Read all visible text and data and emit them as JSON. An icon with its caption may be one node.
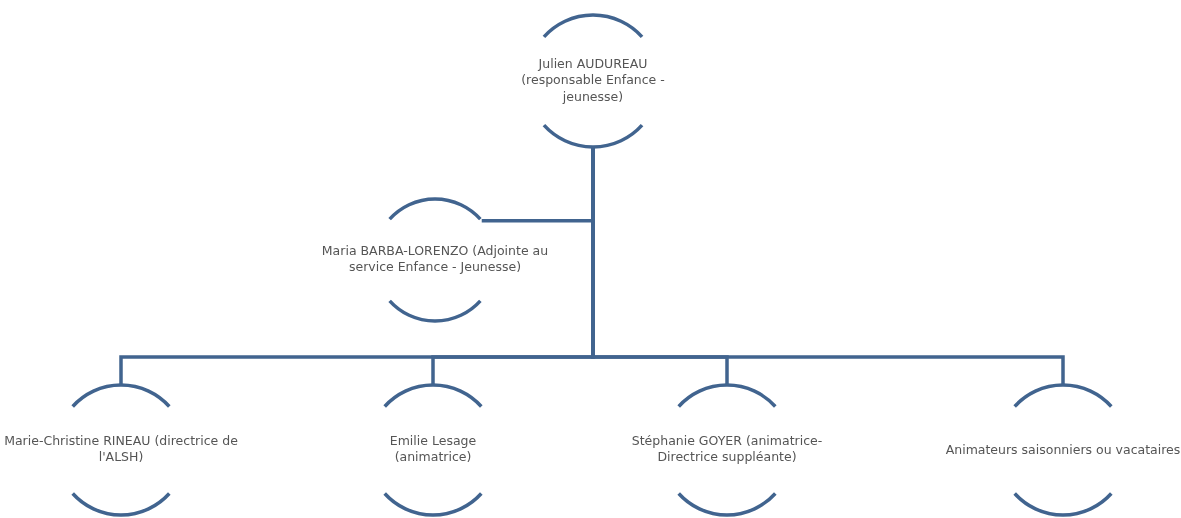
{
  "diagram": {
    "nodes": [
      {
        "text": [
          "Julien AUDUREAU (responsable Enfance - jeunesse)"
        ]
      },
      {
        "text": [
          "Maria BARBA-LORENZO (Adjointe au service Enfance - Jeunesse)"
        ]
      },
      {
        "text": [
          "Marie-Christine RINEAU (directrice de l'ALSH)"
        ]
      },
      {
        "text": [
          "Emilie Lesage (animatrice)"
        ]
      },
      {
        "text": [
          "Stéphanie GOYER (animatrice-Directrice suppléante)"
        ]
      },
      {
        "text": [
          "Animateurs saisonniers ou vacataires"
        ]
      }
    ],
    "edges": [
      {
        "from": 0,
        "to": 1,
        "arrow": "none"
      },
      {
        "from": 0,
        "to": 2,
        "arrow": "none"
      },
      {
        "from": 0,
        "to": 3,
        "arrow": "none"
      },
      {
        "from": 0,
        "to": 4,
        "arrow": "none"
      },
      {
        "from": 0,
        "to": 5,
        "arrow": "none"
      }
    ]
  }
}
